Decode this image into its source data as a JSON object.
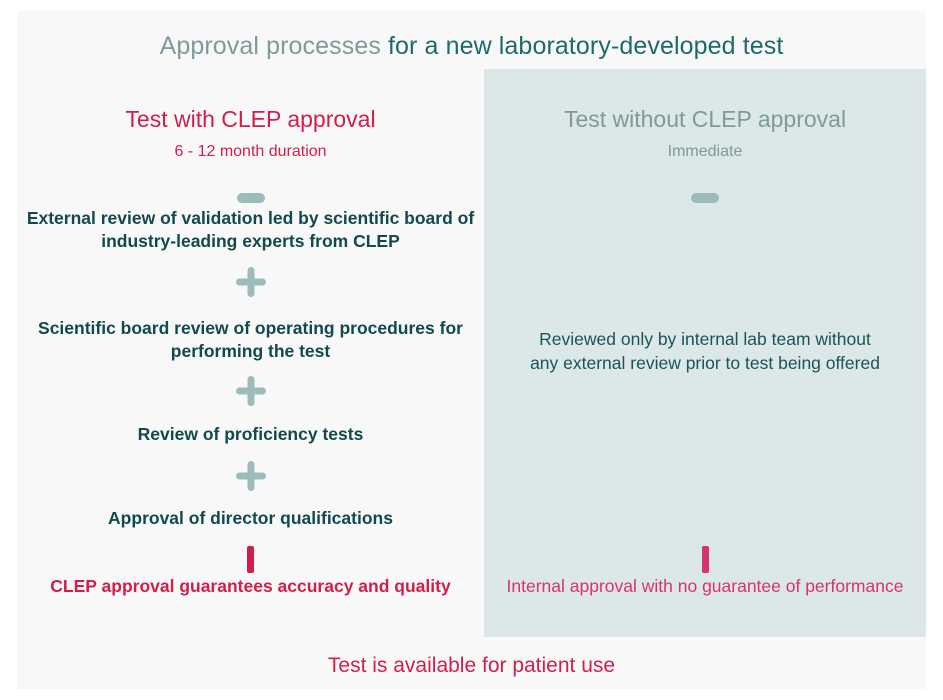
{
  "title": {
    "muted_part": "Approval processes",
    "strong_part": "for a new laboratory-developed test",
    "muted_color": "#7e9a9b",
    "strong_color": "#1e6a6b"
  },
  "colors": {
    "page_background": "#ffffff",
    "canvas_background": "#f8f8f9",
    "panel_background": "#dce7e7",
    "crimson": "#cf1f4c",
    "crimson_muted": "#d4356a",
    "teal_dark": "#11494d",
    "teal_body": "#1a5457",
    "teal_muted": "#7e9a9b",
    "glyph_teal": "#9cbcbc"
  },
  "left_column": {
    "heading": "Test with CLEP approval",
    "subheading": "6 - 12 month duration",
    "top_glyph": "dash-icon",
    "steps": [
      {
        "text": "External review of validation led by scientific board of industry-leading experts from CLEP",
        "connector_after": "plus-icon"
      },
      {
        "text": "Scientific board review of operating procedures for performing the test",
        "connector_after": "plus-icon"
      },
      {
        "text": "Review of proficiency tests",
        "connector_after": "plus-icon"
      },
      {
        "text": "Approval of director qualifications",
        "connector_after": "bar-icon"
      }
    ],
    "outcome": "CLEP approval guarantees accuracy and quality"
  },
  "right_column": {
    "heading": "Test without CLEP approval",
    "subheading": "Immediate",
    "top_glyph": "dash-icon",
    "body": "Reviewed only by internal lab team without any external review prior to test being offered",
    "connector_before_outcome": "bar-icon",
    "outcome": "Internal approval with no guarantee of performance"
  },
  "footer": {
    "text": "Test is available for patient use"
  }
}
